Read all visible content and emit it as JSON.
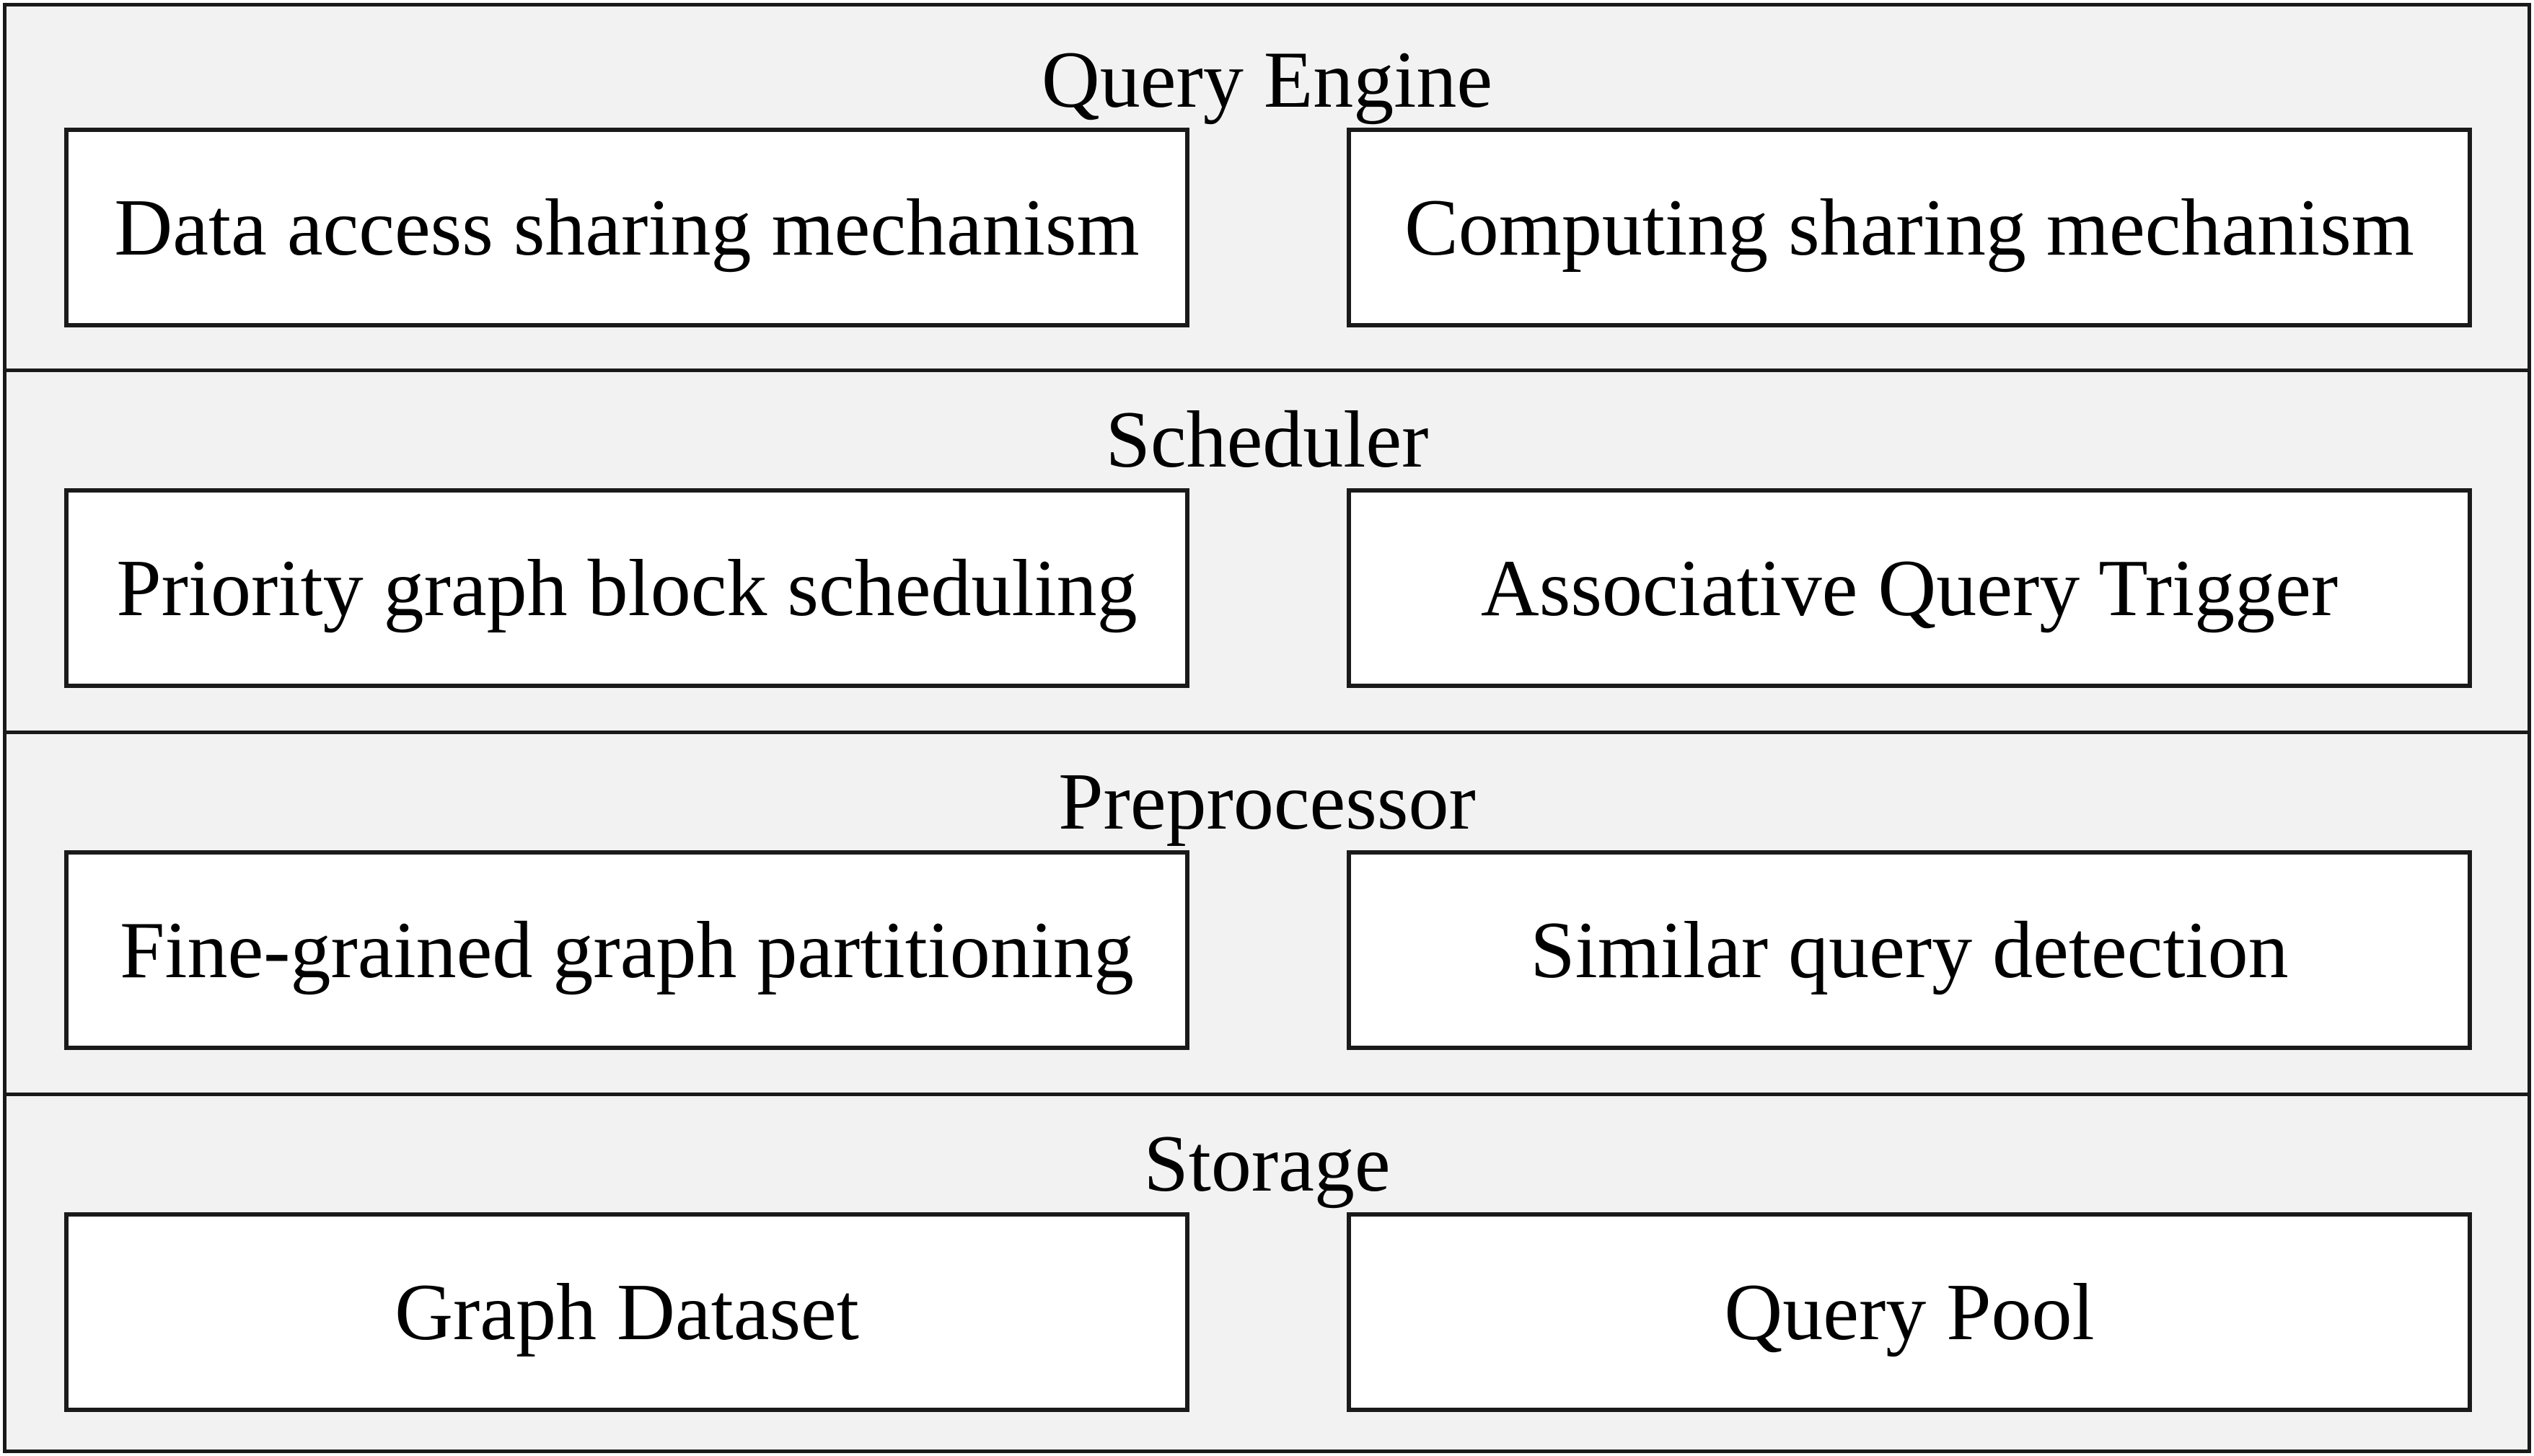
{
  "layers": [
    {
      "title": "Query Engine",
      "components": [
        "Data access sharing mechanism",
        "Computing sharing mechanism"
      ]
    },
    {
      "title": "Scheduler",
      "components": [
        "Priority graph block scheduling",
        "Associative Query Trigger"
      ]
    },
    {
      "title": "Preprocessor",
      "components": [
        "Fine-grained graph partitioning",
        "Similar query detection"
      ]
    },
    {
      "title": "Storage",
      "components": [
        "Graph Dataset",
        "Query Pool"
      ]
    }
  ],
  "colors": {
    "layer_background": "#f2f2f2",
    "box_background": "#ffffff",
    "border": "#1a1a1a",
    "text": "#000000"
  }
}
